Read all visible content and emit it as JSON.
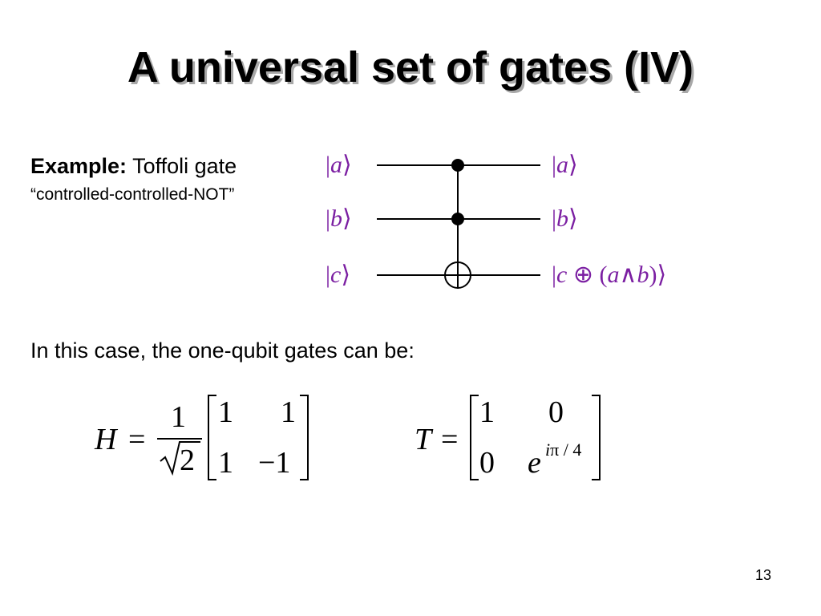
{
  "slide": {
    "title": "A universal set of gates (IV)",
    "example_label": "Example:",
    "example_text": " Toffoli gate",
    "example_sub": "“controlled-controlled-NOT”",
    "body_text": "In this case, the one-qubit gates can be:",
    "page_number": "13"
  },
  "circuit": {
    "inputs": [
      "a",
      "b",
      "c"
    ],
    "outputs": {
      "a": "a",
      "b": "b",
      "c_var": "c",
      "xor": "⊕",
      "open_paren": "(",
      "a2": "a",
      "and": "∧",
      "b2": "b",
      "close_paren": ")"
    },
    "ket_color": "#7b1fa2"
  },
  "equations": {
    "H": {
      "symbol": "H",
      "equals": "=",
      "numerator": "1",
      "radicand": "2",
      "m11": "1",
      "m12": "1",
      "m21": "1",
      "m22": "−1"
    },
    "T": {
      "symbol": "T",
      "equals": "=",
      "m11": "1",
      "m12": "0",
      "m21": "0",
      "m22_base": "e",
      "m22_exp_i": "i",
      "m22_exp_rest": "π / 4"
    }
  }
}
